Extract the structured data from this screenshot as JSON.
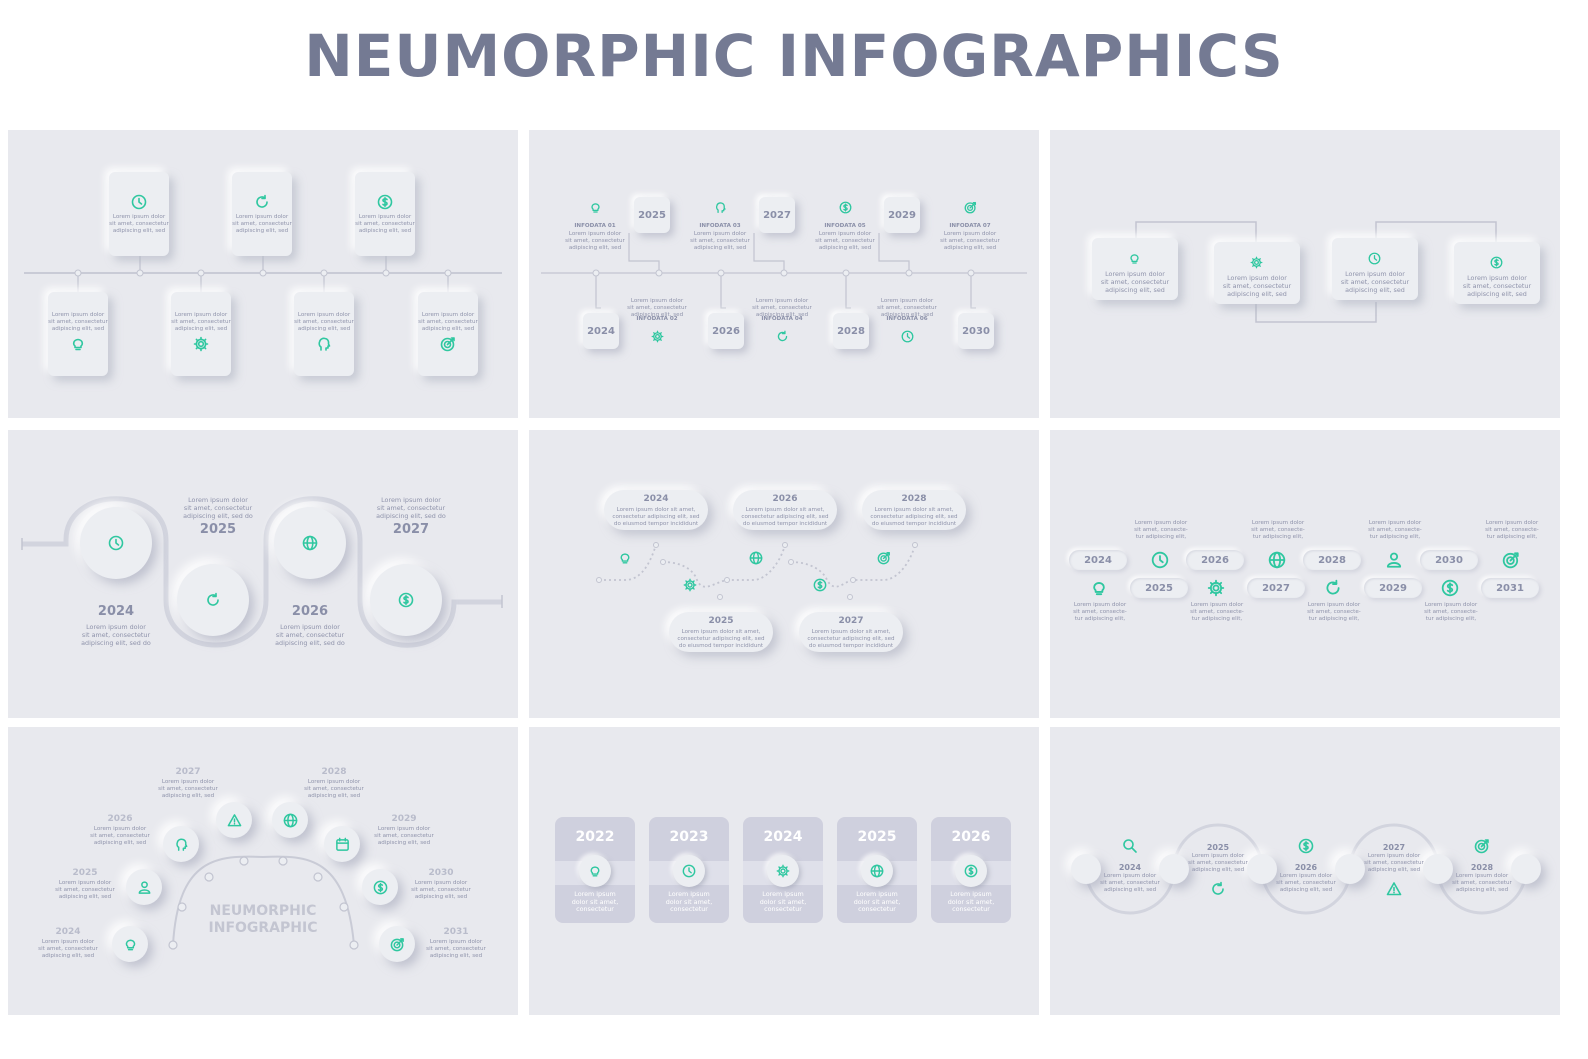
{
  "title": "NEUMORPHIC INFOGRAPHICS",
  "colors": {
    "accent": "#2fc7a0",
    "background": "#e8e9ee",
    "text": "#8f93ab",
    "title": "#747a93"
  },
  "lorem": {
    "three": [
      "Lorem ipsum dolor",
      "sit amet, consectetur",
      "adipiscing elit, sed"
    ],
    "three_b": [
      "Lorem ipsum dolor",
      "sit amet, consecte-",
      "tur adipiscing elit,"
    ],
    "three_c": [
      "Lorem ipsum dolor",
      "sit amet, consectetur",
      "adipiscing elit, sed do"
    ],
    "three_d": [
      "Lorem ipsum dolor",
      "sit amet, consectetur",
      "adipiscing elit, sed do"
    ],
    "pill": [
      "Lorem ipsum dolor sit amet,",
      "consectetur adipiscing elit, sed",
      "do eiusmod tempor incididunt"
    ],
    "col": [
      "Lorem ipsum",
      "dolor sit amet,",
      "consectetur"
    ],
    "p2": [
      "Lorem ipsum dolor",
      "sit amet, consectetur",
      "adipiscing elit, sed"
    ]
  },
  "panel1": {
    "top_icons": [
      "clock-icon",
      "refresh-icon",
      "dollar-icon"
    ],
    "bottom_icons": [
      "bulb-icon",
      "gear-icon",
      "head-icon",
      "target-icon"
    ]
  },
  "panel2": {
    "top_years": [
      "2025",
      "2027",
      "2029"
    ],
    "bottom_years": [
      "2024",
      "2026",
      "2028",
      "2030"
    ],
    "top_labels": [
      "INFODATA 01",
      "INFODATA 03",
      "INFODATA 05",
      "INFODATA 07"
    ],
    "bottom_labels": [
      "INFODATA 02",
      "INFODATA 04",
      "INFODATA 06"
    ]
  },
  "panel3": {
    "icons": [
      "bulb-icon",
      "gear-icon",
      "clock-icon",
      "dollar-icon"
    ]
  },
  "panel4": {
    "years_top": [
      "2025",
      "2027"
    ],
    "years_bottom": [
      "2024",
      "2026"
    ]
  },
  "panel5": {
    "top_years": [
      "2024",
      "2026",
      "2028"
    ],
    "bottom_years": [
      "2025",
      "2027"
    ]
  },
  "panel6": {
    "top_years": [
      "2024",
      "2026",
      "2028",
      "2030"
    ],
    "bottom_years": [
      "2025",
      "2027",
      "2029",
      "2031"
    ]
  },
  "panel7": {
    "center_text": [
      "NEUMORPHIC",
      "INFOGRAPHIC"
    ],
    "left_years": [
      "2027",
      "2026",
      "2025",
      "2024"
    ],
    "right_years": [
      "2028",
      "2029",
      "2030",
      "2031"
    ]
  },
  "panel8": {
    "years": [
      "2022",
      "2023",
      "2024",
      "2025",
      "2026"
    ]
  },
  "panel9": {
    "years": [
      "2024",
      "2025",
      "2026",
      "2027",
      "2028"
    ]
  }
}
